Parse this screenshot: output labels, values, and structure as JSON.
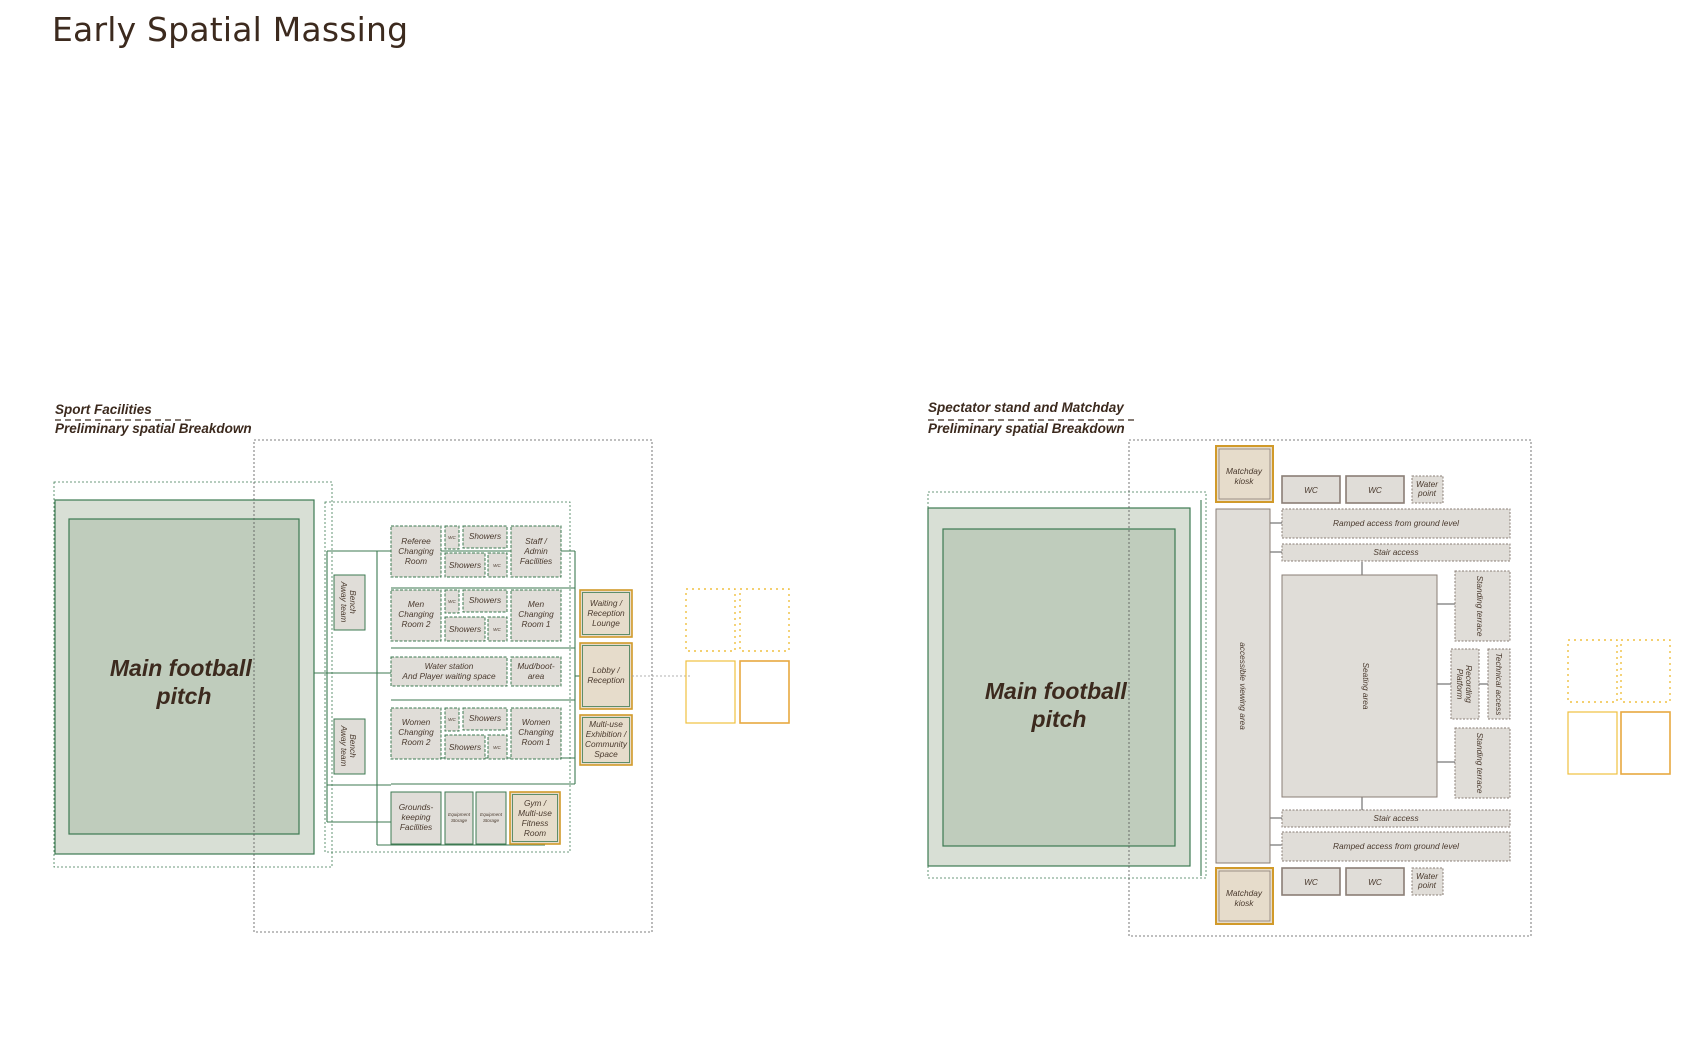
{
  "page": {
    "title": "Early Spatial Massing"
  },
  "colors": {
    "text": "#3c2a1e",
    "pitch_outer": "#d8dfd5",
    "pitch_inner": "#bfccbc",
    "green_line": "#3d7a52",
    "room_fill": "#e0ddd8",
    "room_line": "#8a7e76",
    "accent_fill": "#e6dccb",
    "accent_line": "#d19a2a",
    "yellow_dotted": "#f0c040"
  },
  "sport": {
    "caption_line1": "Sport Facilities",
    "caption_line2": "Preliminary spatial Breakdown",
    "pitch": "Main football pitch",
    "bench_top": "Bench Away team",
    "bench_bottom": "Bench Away team",
    "referee": "Referee Changing Room",
    "wc": "WC",
    "showers": "Showers",
    "staff": "Staff / Admin Facilities",
    "men2": "Men Changing Room 2",
    "men1": "Men Changing Room 1",
    "water": "Water station And Player waiting space",
    "mud": "Mud/boot-area",
    "women2": "Women Changing Room 2",
    "women1": "Women Changing Room 1",
    "grounds": "Grounds-keeping Facilities",
    "equipment": "Equipment Storage",
    "gym": "Gym / Multi-use Fitness Room",
    "waiting": "Waiting / Reception Lounge",
    "lobby": "Lobby / Reception",
    "multiuse": "Multi-use Exhibition / Community Space"
  },
  "spectator": {
    "caption_line1": "Spectator stand and Matchday",
    "caption_line2": "Preliminary spatial Breakdown",
    "pitch": "Main football pitch",
    "kiosk": "Matchday kiosk",
    "wc": "WC",
    "water_point": "Water point",
    "ramped": "Ramped access from ground level",
    "stair": "Stair access",
    "viewing": "accessible viewing area",
    "seating": "Seating area",
    "standing": "Standing terrace",
    "recording": "Recording Platform",
    "technical": "Technical access"
  }
}
